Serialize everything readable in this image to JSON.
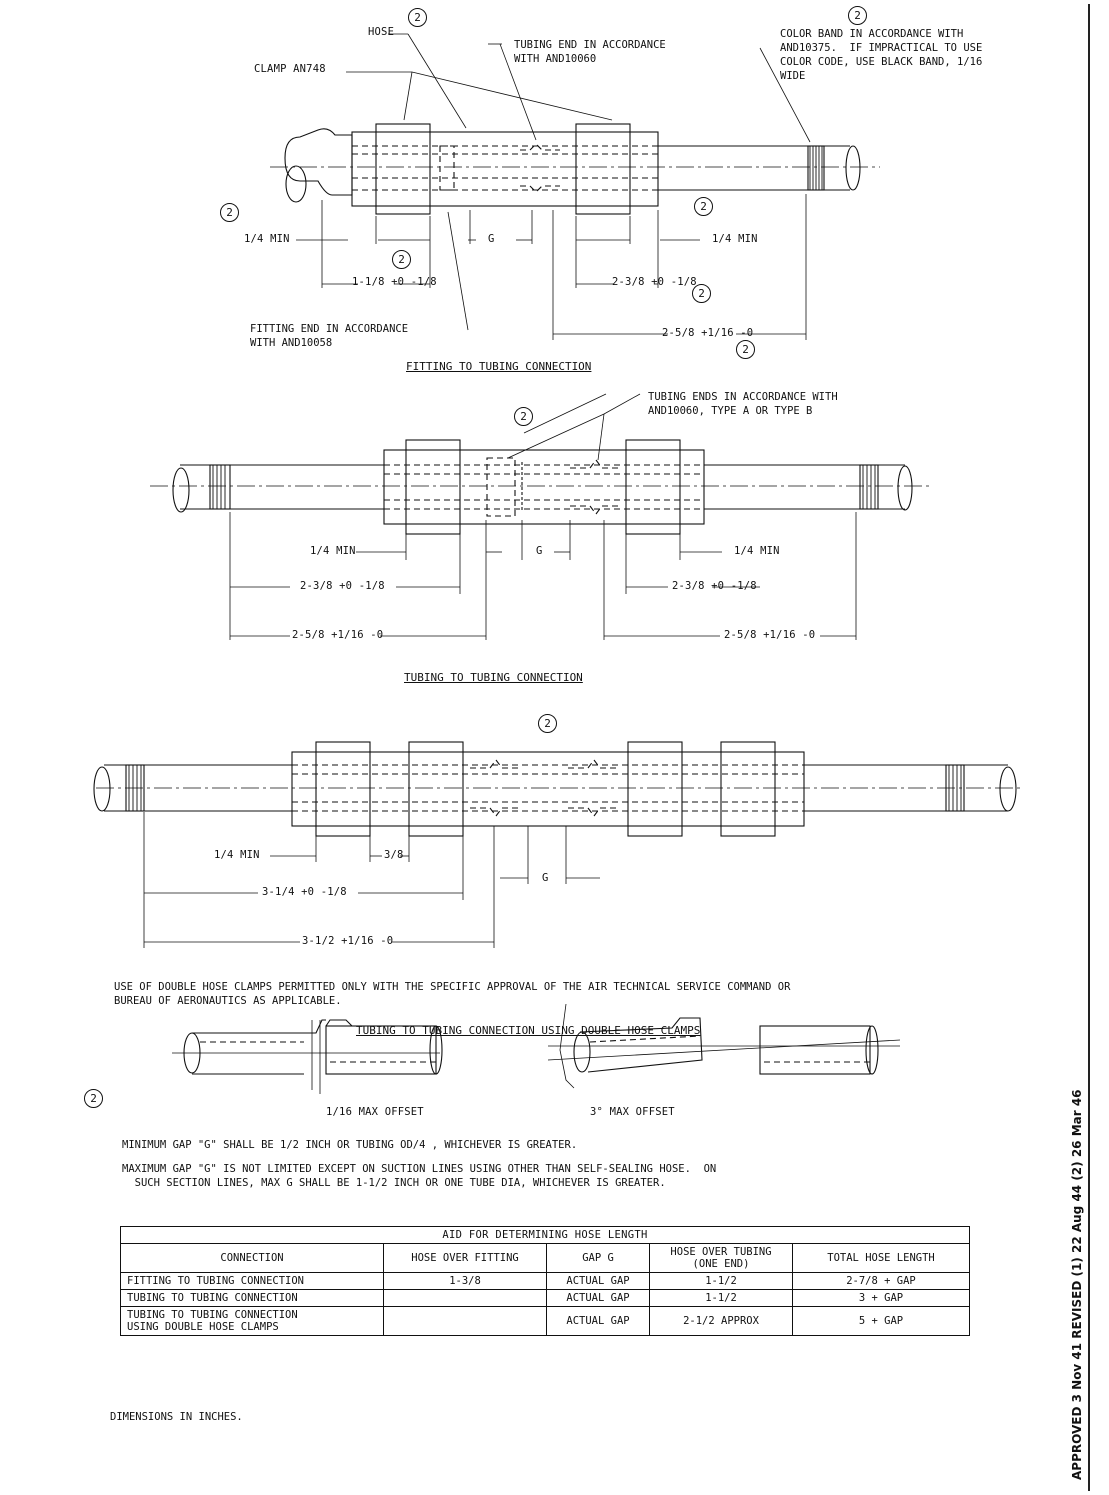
{
  "callouts": {
    "hose": "HOSE",
    "tubing_end": "TUBING END IN ACCORDANCE\nWITH AND10060",
    "clamp": "CLAMP AN748",
    "color_band": "COLOR BAND IN ACCORDANCE WITH\nAND10375.  IF IMPRACTICAL TO USE\nCOLOR CODE, USE BLACK BAND, 1/16\nWIDE",
    "fitting_end": "FITTING END IN ACCORDANCE\nWITH AND10058",
    "tubing_ends": "TUBING ENDS IN ACCORDANCE WITH\nAND10060, TYPE A OR TYPE B",
    "revision_mark": "2"
  },
  "dimensions": {
    "quarter_min": "1/4 MIN",
    "gap": "G",
    "d1": "1-1/8 +0 -1/8",
    "d2": "2-3/8 +0 -1/8",
    "d3": "2-5/8 +1/16 -0",
    "three_eighths": "3/8",
    "d4": "3-1/4 +0 -1/8",
    "d5": "3-1/2 +1/16 -0"
  },
  "section_titles": {
    "fitting_to_tubing": "FITTING TO TUBING CONNECTION",
    "tubing_to_tubing": "TUBING TO TUBING CONNECTION",
    "double_clamps": "TUBING TO TUBING CONNECTION USING DOUBLE HOSE CLAMPS"
  },
  "notes": {
    "double_clamp_use": "USE OF DOUBLE HOSE CLAMPS PERMITTED ONLY WITH THE SPECIFIC APPROVAL OF THE AIR TECHNICAL SERVICE COMMAND OR\nBUREAU OF AERONAUTICS AS APPLICABLE.",
    "max_offset_1": "1/16 MAX OFFSET",
    "max_offset_2": "3° MAX OFFSET",
    "min_gap": "MINIMUM GAP \"G\" SHALL BE 1/2 INCH OR TUBING OD/4 , WHICHEVER IS GREATER.",
    "max_gap": "MAXIMUM GAP \"G\" IS NOT LIMITED EXCEPT ON SUCTION LINES USING OTHER THAN SELF-SEALING HOSE.  ON\n  SUCH SECTION LINES, MAX G SHALL BE 1-1/2 INCH OR ONE TUBE DIA, WHICHEVER IS GREATER.",
    "dimensions_in_inches": "DIMENSIONS IN INCHES."
  },
  "table": {
    "caption": "AID FOR DETERMINING HOSE LENGTH",
    "headers": [
      "CONNECTION",
      "HOSE OVER FITTING",
      "GAP G",
      "HOSE OVER TUBING\n(ONE END)",
      "TOTAL HOSE LENGTH"
    ],
    "rows": [
      [
        "FITTING TO TUBING CONNECTION",
        "1-3/8",
        "ACTUAL GAP",
        "1-1/2",
        "2-7/8 + GAP"
      ],
      [
        "TUBING TO TUBING CONNECTION",
        "",
        "ACTUAL GAP",
        "1-1/2",
        "3 + GAP"
      ],
      [
        "TUBING TO TUBING CONNECTION\nUSING DOUBLE HOSE CLAMPS",
        "",
        "ACTUAL GAP",
        "2-1/2 APPROX",
        "5 + GAP"
      ]
    ]
  },
  "side_stamp": "APPROVED 3 Nov 41   REVISED (1) 22 Aug 44 (2) 26 Mar 46"
}
